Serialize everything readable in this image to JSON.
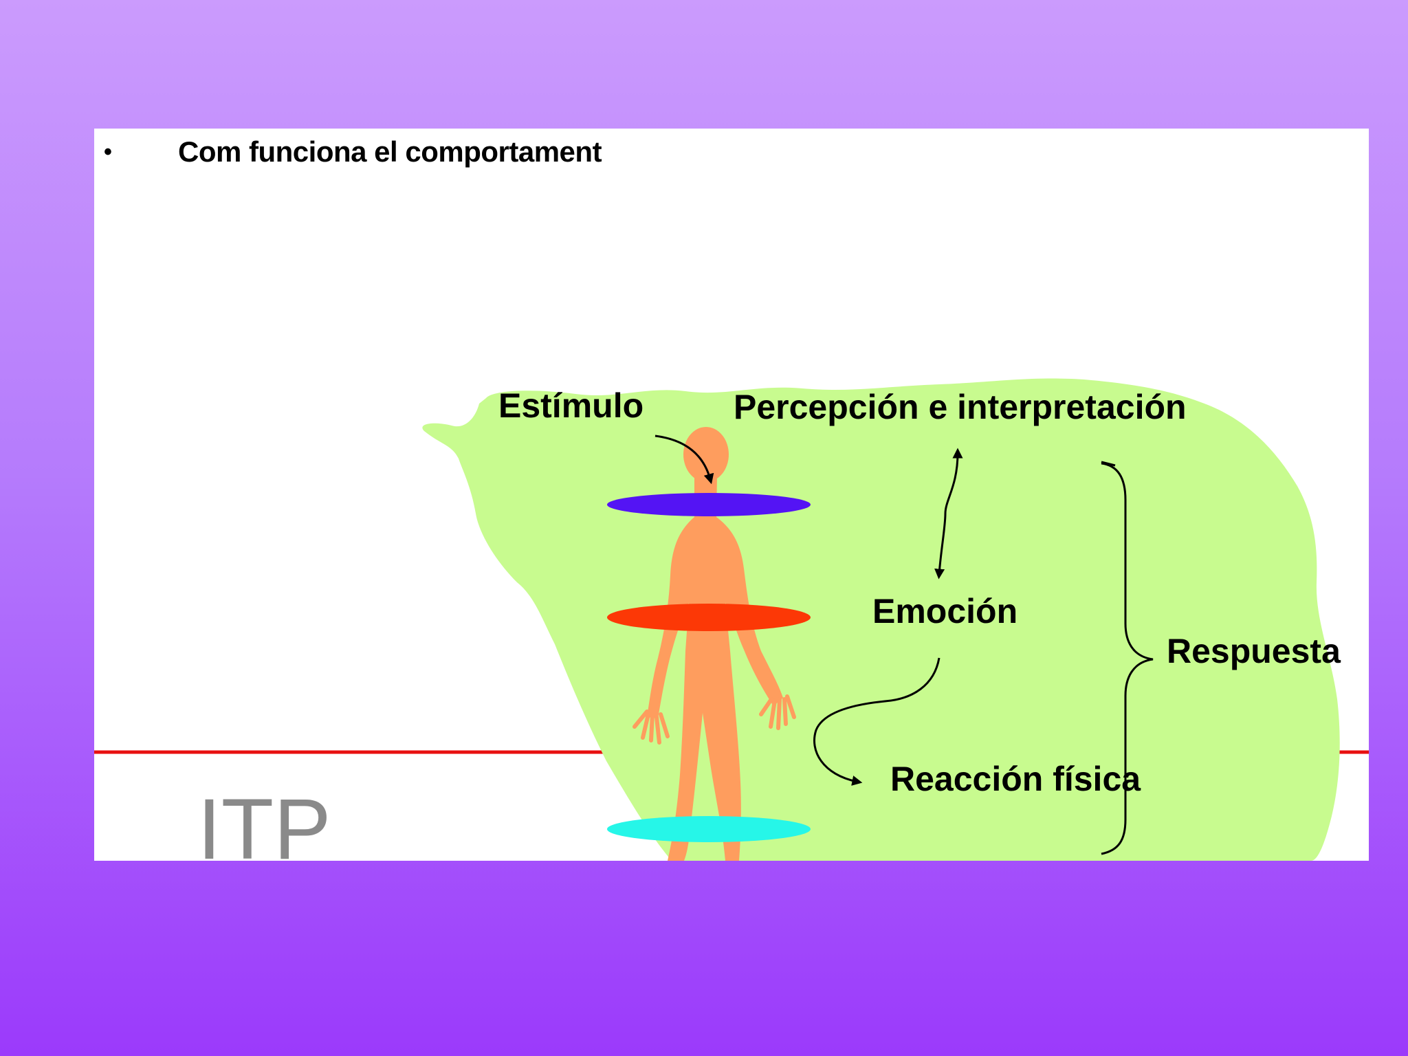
{
  "slide": {
    "bullet": "•",
    "heading": "Com funciona el comportament"
  },
  "diagram": {
    "labels": {
      "stimulus": "Estímulo",
      "perception": "Percepción e interpretación",
      "emotion": "Emoción",
      "physical_reaction": "Reacción física",
      "response": "Respuesta"
    },
    "logo": "ITP",
    "colors": {
      "cloud": "#c8fb8f",
      "figure": "#fe9d5e",
      "head_ring": "#5414f4",
      "chest_ring": "#fc3806",
      "foot_ring": "#26f6e8",
      "rule_line": "#e81010",
      "background_top": "#cb9bfd",
      "background_bottom": "#9b3afb"
    }
  }
}
